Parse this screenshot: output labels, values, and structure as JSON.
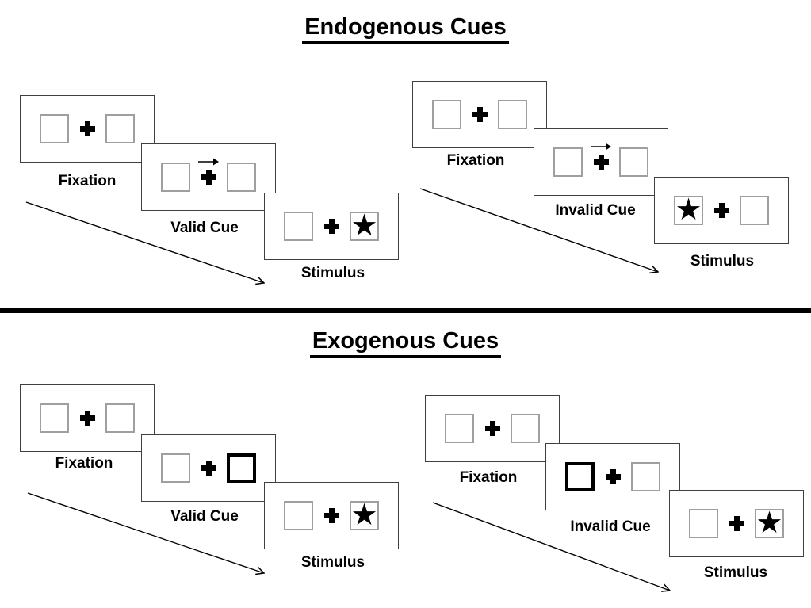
{
  "colors": {
    "background": "#ffffff",
    "panel_border": "#3f3f3f",
    "box_border": "#9f9f9f",
    "highlight_box_border": "#000000",
    "divider": "#000000",
    "text": "#000000"
  },
  "icons": {
    "star_icon": "★",
    "fixation_cross_icon": "bold-plus-cross",
    "cue_arrow_icon": "right-arrow",
    "timeline_arrow_icon": "diagonal-down-right-arrow"
  },
  "sections": [
    {
      "title": "Endogenous Cues",
      "groups": [
        {
          "name": "valid",
          "frames": [
            {
              "label": "Fixation",
              "left_box": "empty",
              "right_box": "empty"
            },
            {
              "label": "Valid Cue",
              "left_box": "empty",
              "right_box": "empty",
              "cue": "central-arrow-pointing-right"
            },
            {
              "label": "Stimulus",
              "left_box": "empty",
              "right_box": "star"
            }
          ]
        },
        {
          "name": "invalid",
          "frames": [
            {
              "label": "Fixation",
              "left_box": "empty",
              "right_box": "empty"
            },
            {
              "label": "Invalid Cue",
              "left_box": "empty",
              "right_box": "empty",
              "cue": "central-arrow-pointing-right"
            },
            {
              "label": "Stimulus",
              "left_box": "star",
              "right_box": "empty"
            }
          ]
        }
      ]
    },
    {
      "title": "Exogenous Cues",
      "groups": [
        {
          "name": "valid",
          "frames": [
            {
              "label": "Fixation",
              "left_box": "empty",
              "right_box": "empty"
            },
            {
              "label": "Valid Cue",
              "left_box": "empty",
              "right_box": "highlighted",
              "cue": "peripheral-box-highlight-right"
            },
            {
              "label": "Stimulus",
              "left_box": "empty",
              "right_box": "star"
            }
          ]
        },
        {
          "name": "invalid",
          "frames": [
            {
              "label": "Fixation",
              "left_box": "empty",
              "right_box": "empty"
            },
            {
              "label": "Invalid Cue",
              "left_box": "highlighted",
              "right_box": "empty",
              "cue": "peripheral-box-highlight-left"
            },
            {
              "label": "Stimulus",
              "left_box": "empty",
              "right_box": "star"
            }
          ]
        }
      ]
    }
  ]
}
